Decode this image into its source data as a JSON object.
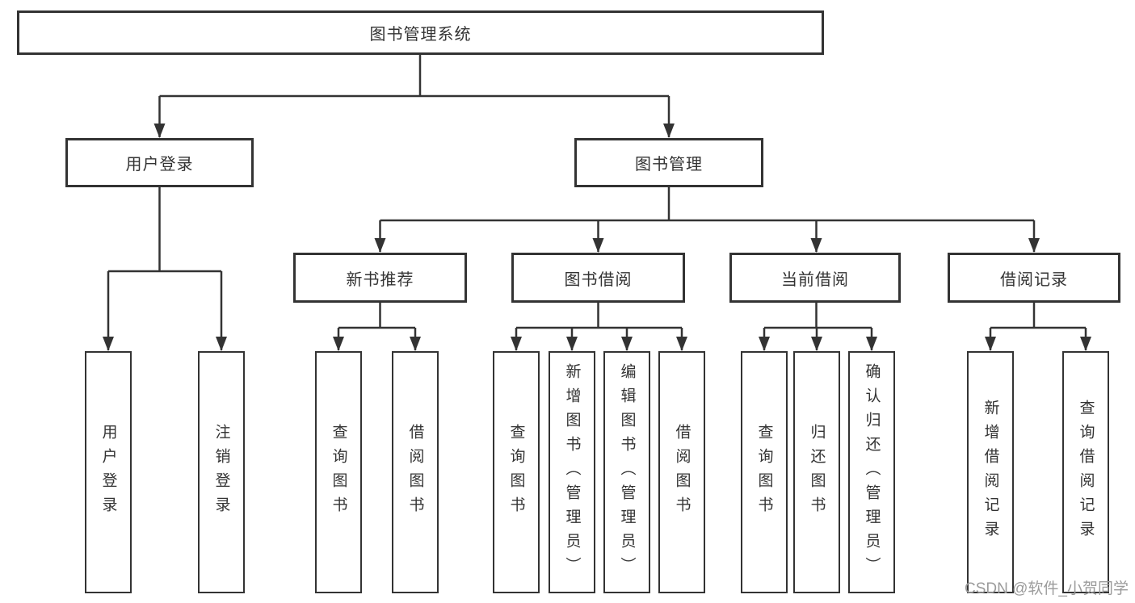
{
  "tree": {
    "root": {
      "label": "图书管理系统"
    },
    "l2": [
      {
        "label": "用户登录"
      },
      {
        "label": "图书管理"
      }
    ],
    "l3": [
      {
        "label": "新书推荐"
      },
      {
        "label": "图书借阅"
      },
      {
        "label": "当前借阅"
      },
      {
        "label": "借阅记录"
      }
    ],
    "leaves": [
      {
        "label": "用户登录",
        "parent": "用户登录"
      },
      {
        "label": "注销登录",
        "parent": "用户登录"
      },
      {
        "label": "查询图书",
        "parent": "新书推荐"
      },
      {
        "label": "借阅图书",
        "parent": "新书推荐"
      },
      {
        "label": "查询图书",
        "parent": "图书借阅"
      },
      {
        "label": "新增图书（管理员）",
        "parent": "图书借阅"
      },
      {
        "label": "编辑图书（管理员）",
        "parent": "图书借阅"
      },
      {
        "label": "借阅图书",
        "parent": "图书借阅"
      },
      {
        "label": "查询图书",
        "parent": "当前借阅"
      },
      {
        "label": "归还图书",
        "parent": "当前借阅"
      },
      {
        "label": "确认归还（管理员）",
        "parent": "当前借阅"
      },
      {
        "label": "新增借阅记录",
        "parent": "借阅记录"
      },
      {
        "label": "查询借阅记录",
        "parent": "借阅记录"
      }
    ]
  },
  "watermark": {
    "text": "CSDN @软件_小贺同学"
  },
  "colors": {
    "line": "#333333",
    "text": "#333333",
    "watermark": "#9b9b9b",
    "background": "#ffffff"
  }
}
